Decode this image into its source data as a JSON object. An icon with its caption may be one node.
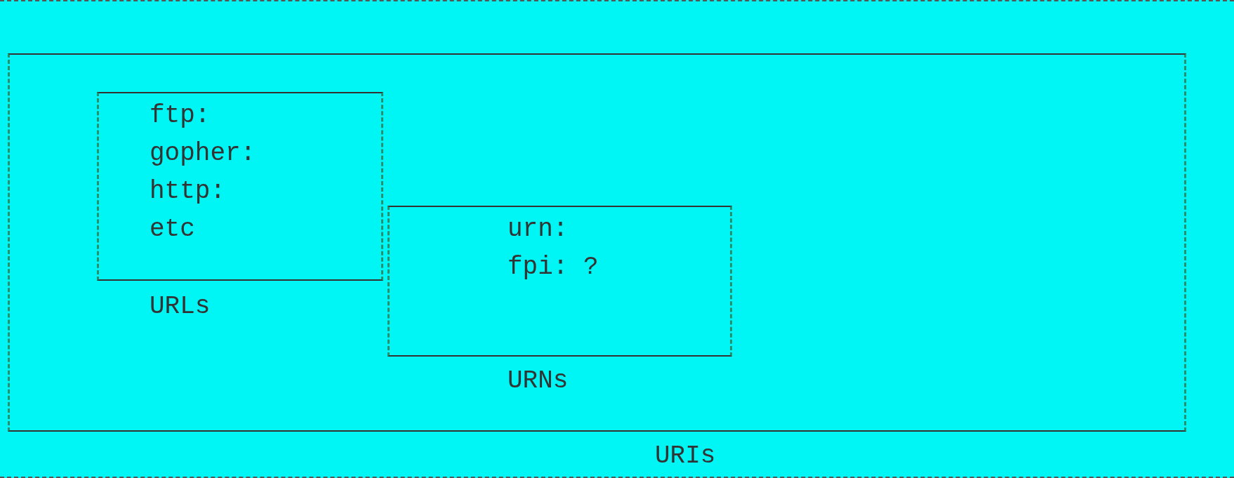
{
  "diagram": {
    "nodes": [
      {
        "text": [
          "URIs"
        ]
      },
      {
        "text": [
          "ftp:",
          "gopher:",
          "http:",
          "etc",
          "URLs"
        ],
        "in": 0
      },
      {
        "text": [
          "urn:",
          "fpi: ?",
          "URNs"
        ],
        "in": 0
      }
    ]
  }
}
